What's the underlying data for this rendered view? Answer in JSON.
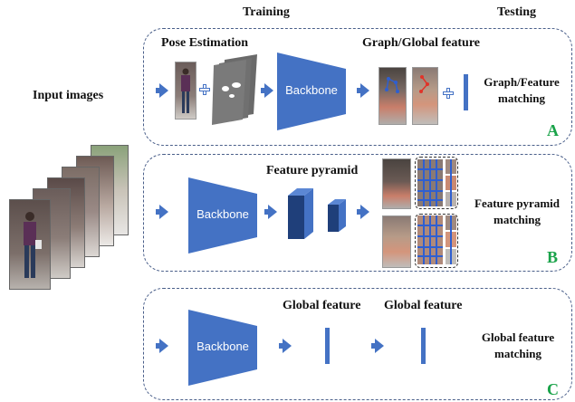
{
  "header": {
    "training": "Training",
    "testing": "Testing"
  },
  "input_label": "Input images",
  "panel_a": {
    "pose_estimation": "Pose Estimation",
    "graph_global_feature": "Graph/Global feature",
    "backbone": "Backbone",
    "matching_line1": "Graph/Feature",
    "matching_line2": "matching",
    "letter": "A"
  },
  "panel_b": {
    "feature_pyramid": "Feature pyramid",
    "backbone": "Backbone",
    "matching_line1": "Feature pyramid",
    "matching_line2": "matching",
    "letter": "B"
  },
  "panel_c": {
    "global_feature_1": "Global feature",
    "global_feature_2": "Global feature",
    "backbone": "Backbone",
    "matching_line1": "Global feature",
    "matching_line2": "matching",
    "letter": "C"
  },
  "colors": {
    "accent_blue": "#4472c4",
    "dark_blue": "#1f3f7a",
    "letter_green": "#1aa34a",
    "panel_border": "#4a5f8a"
  }
}
